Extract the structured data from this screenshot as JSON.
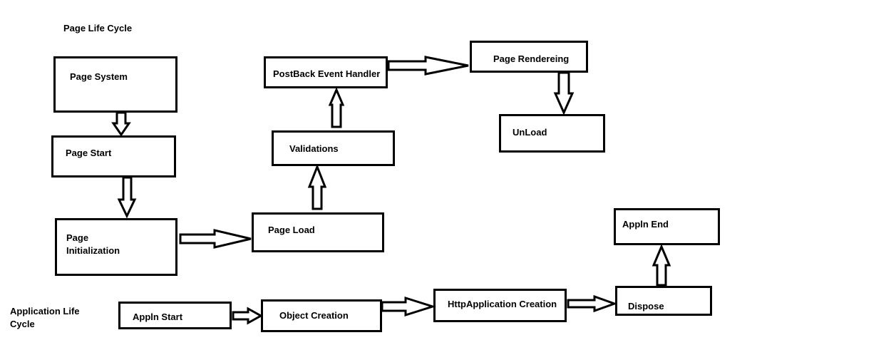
{
  "titles": {
    "page_life_cycle": "Page Life Cycle",
    "application_life_cycle": "Application Life Cycle"
  },
  "page_cycle": {
    "page_system": "Page System",
    "page_start": "Page Start",
    "page_initialization": "Page Initialization",
    "page_load": "Page Load",
    "validations": "Validations",
    "postback_event_handler": "PostBack Event Handler",
    "page_rendering": "Page Rendereing",
    "unload": "UnLoad"
  },
  "application_cycle": {
    "appln_start": "Appln Start",
    "object_creation": "Object Creation",
    "httpapplication_creation": "HttpApplication Creation",
    "dispose": "Dispose",
    "appln_end": "Appln End"
  }
}
